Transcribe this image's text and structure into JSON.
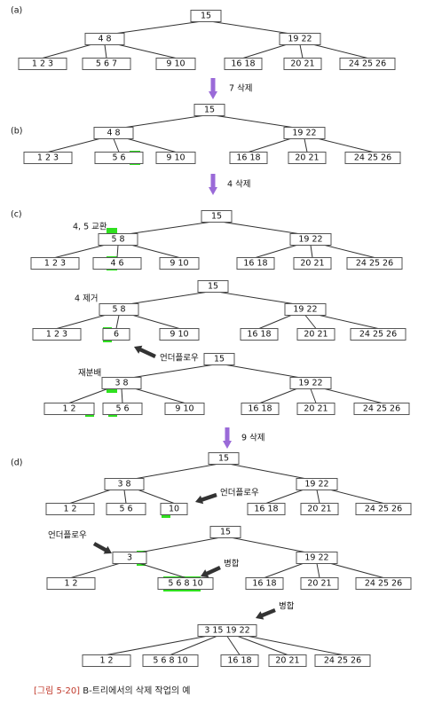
{
  "colors": {
    "highlight": "#2fe01f",
    "step_arrow": "#9a6ad8",
    "caption_bracket": "#c0392b"
  },
  "figure": {
    "panels": [
      "(a)",
      "(b)",
      "(c)",
      "(d)"
    ],
    "steps": [
      "7 삭제",
      "4 삭제",
      "9 삭제"
    ],
    "annotations": {
      "swap": "4, 5 교환",
      "delete4": "4 제거",
      "underflow": "언더플로우",
      "redistribute": "재분배",
      "merge": "병합"
    },
    "trees": [
      {
        "root": "15",
        "internal": [
          "4  8",
          "19  22"
        ],
        "leaves": [
          "1   2   3",
          "5   6   7",
          "9   10",
          "16  18",
          "20  21",
          "24  25  26"
        ]
      },
      {
        "root": "15",
        "internal": [
          "4  8",
          "19  22"
        ],
        "leaves": [
          "1   2   3",
          "5   6",
          "9   10",
          "16  18",
          "20  21",
          "24  25  26"
        ]
      },
      {
        "root": "15",
        "internal": [
          "5  8",
          "19  22"
        ],
        "leaves": [
          "1   2   3",
          "4   6",
          "9   10",
          "16  18",
          "20  21",
          "24  25  26"
        ]
      },
      {
        "root": "15",
        "internal": [
          "5  8",
          "19  22"
        ],
        "leaves": [
          "1   2   3",
          "6",
          "9   10",
          "16  18",
          "20  21",
          "24  25  26"
        ]
      },
      {
        "root": "15",
        "internal": [
          "3  8",
          "19  22"
        ],
        "leaves": [
          "1   2",
          "5   6",
          "9   10",
          "16  18",
          "20  21",
          "24  25  26"
        ]
      },
      {
        "root": "15",
        "internal": [
          "3  8",
          "19  22"
        ],
        "leaves": [
          "1   2",
          "5   6",
          "10",
          "16  18",
          "20  21",
          "24  25  26"
        ]
      },
      {
        "root": "15",
        "internal": [
          "3",
          "19  22"
        ],
        "leaves": [
          "1   2",
          "5  6  8  10",
          "16  18",
          "20  21",
          "24  25  26"
        ]
      },
      {
        "root": "3  15  19  22",
        "leaves": [
          "1   2",
          "5  6  8  10",
          "16  18",
          "20  21",
          "24  25  26"
        ]
      }
    ],
    "caption": {
      "label": "[그림 5-20]",
      "text": "B-트리에서의 삭제 작업의 예"
    }
  }
}
